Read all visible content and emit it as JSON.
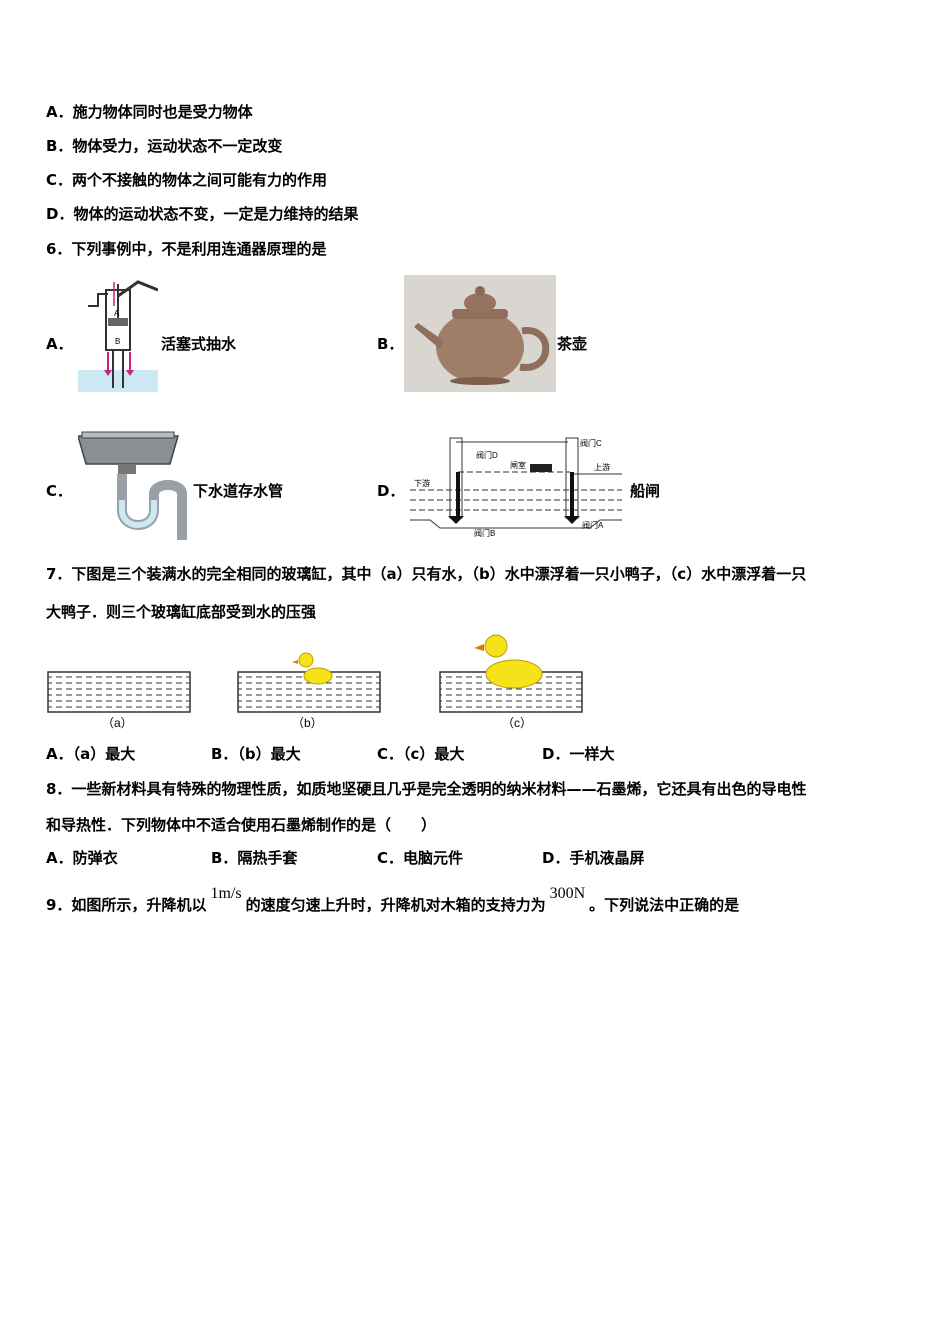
{
  "q5_options": [
    "A．施力物体同时也是受力物体",
    "B．物体受力，运动状态不一定改变",
    "C．两个不接触的物体之间可能有力的作用",
    "D．物体的运动状态不变，一定是力维持的结果"
  ],
  "q6": {
    "stem": "6．下列事例中，不是利用连通器原理的是",
    "options": [
      {
        "letter": "A．",
        "caption": "活塞式抽水",
        "fig_labels": [
          "A",
          "B"
        ]
      },
      {
        "letter": "B．",
        "caption": "茶壶"
      },
      {
        "letter": "C．",
        "caption": "下水道存水管"
      },
      {
        "letter": "D．",
        "caption": "船闸",
        "fig_labels": [
          "阀门C",
          "阀门D",
          "闸室",
          "上游",
          "下游",
          "阀门A",
          "阀门B"
        ]
      }
    ]
  },
  "q7": {
    "stem_line1": "7．下图是三个装满水的完全相同的玻璃缸，其中（a）只有水，（b）水中漂浮着一只小鸭子，（c）水中漂浮着一只",
    "stem_line2": "大鸭子．则三个玻璃缸底部受到水的压强",
    "tank_labels": [
      "（a）",
      "（b）",
      "（c）"
    ],
    "options": [
      "A．（a）最大",
      "B．（b）最大",
      "C．（c）最大",
      "D．一样大"
    ]
  },
  "q8": {
    "stem_line1": "8．一些新材料具有特殊的物理性质，如质地坚硬且几乎是完全透明的纳米材料——石墨烯，它还具有出色的导电性",
    "stem_line2": "和导热性．下列物体中不适合使用石墨烯制作的是（　　）",
    "options": [
      "A．防弹衣",
      "B．隔热手套",
      "C．电脑元件",
      "D．手机液晶屏"
    ]
  },
  "q9": {
    "part1": "9．如图所示，升降机以",
    "speed": "1m/s",
    "part2": "的速度匀速上升时，升降机对木箱的支持力为",
    "force": "300N",
    "part3": "。下列说法中正确的是"
  },
  "colors": {
    "water": "#cce8f2",
    "duck": "#f7e21a",
    "teapot": "#a07e6a",
    "pipe": "#9aa0a6",
    "arrow": "#cc2277"
  }
}
